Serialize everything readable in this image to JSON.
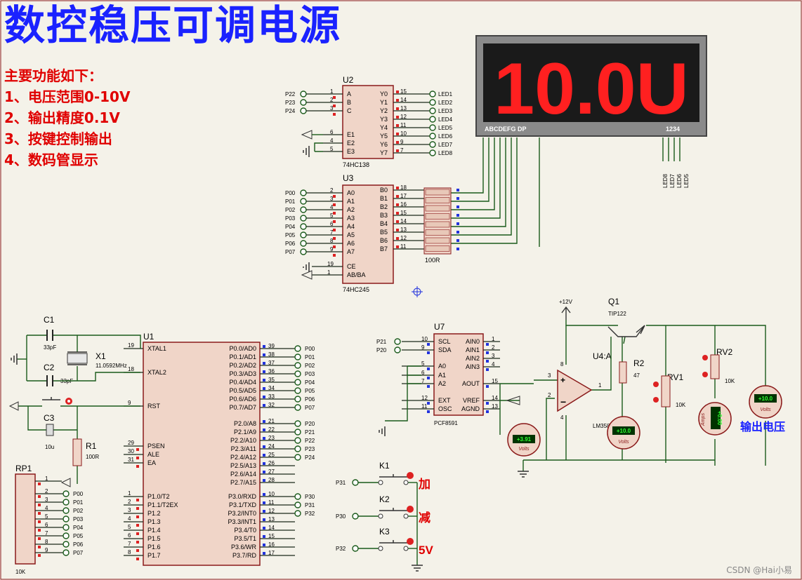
{
  "title": "数控稳压可调电源",
  "features": {
    "heading": "主要功能如下：",
    "items": [
      "1、电压范围0-10V",
      "2、输出精度0.1V",
      "3、按键控制输出",
      "4、数码管显示"
    ]
  },
  "display": {
    "value": "10.0U",
    "segment_labels": "ABCDEFG  DP",
    "digit_labels": "1234",
    "led_labels": [
      "LED8",
      "LED7",
      "LED6",
      "LED5"
    ]
  },
  "u2": {
    "ref": "U2",
    "part": "74HC138",
    "inputs": [
      {
        "net": "P22",
        "pin": "1",
        "name": "A"
      },
      {
        "net": "P23",
        "pin": "2",
        "name": "B"
      },
      {
        "net": "P24",
        "pin": "3",
        "name": "C"
      }
    ],
    "enables": [
      {
        "pin": "6",
        "name": "E1"
      },
      {
        "pin": "4",
        "name": "E2"
      },
      {
        "pin": "5",
        "name": "E3"
      }
    ],
    "outputs": [
      {
        "name": "Y0",
        "pin": "15",
        "net": "LED1"
      },
      {
        "name": "Y1",
        "pin": "14",
        "net": "LED2"
      },
      {
        "name": "Y2",
        "pin": "13",
        "net": "LED3"
      },
      {
        "name": "Y3",
        "pin": "12",
        "net": "LED4"
      },
      {
        "name": "Y4",
        "pin": "11",
        "net": "LED5"
      },
      {
        "name": "Y5",
        "pin": "10",
        "net": "LED6"
      },
      {
        "name": "Y6",
        "pin": "9",
        "net": "LED7"
      },
      {
        "name": "Y7",
        "pin": "7",
        "net": "LED8"
      }
    ]
  },
  "u3": {
    "ref": "U3",
    "part": "74HC245",
    "rpack": "100R",
    "a_pins": [
      {
        "net": "P00",
        "pin": "2",
        "name": "A0"
      },
      {
        "net": "P01",
        "pin": "3",
        "name": "A1"
      },
      {
        "net": "P02",
        "pin": "4",
        "name": "A2"
      },
      {
        "net": "P03",
        "pin": "5",
        "name": "A3"
      },
      {
        "net": "P04",
        "pin": "6",
        "name": "A4"
      },
      {
        "net": "P05",
        "pin": "7",
        "name": "A5"
      },
      {
        "net": "P06",
        "pin": "8",
        "name": "A6"
      },
      {
        "net": "P07",
        "pin": "9",
        "name": "A7"
      }
    ],
    "b_pins": [
      {
        "name": "B0",
        "pin": "18"
      },
      {
        "name": "B1",
        "pin": "17"
      },
      {
        "name": "B2",
        "pin": "16"
      },
      {
        "name": "B3",
        "pin": "15"
      },
      {
        "name": "B4",
        "pin": "14"
      },
      {
        "name": "B5",
        "pin": "13"
      },
      {
        "name": "B6",
        "pin": "12"
      },
      {
        "name": "B7",
        "pin": "11"
      }
    ],
    "ctrl": [
      {
        "pin": "19",
        "name": "CE"
      },
      {
        "pin": "1",
        "name": "AB/BA"
      }
    ]
  },
  "u1": {
    "ref": "U1",
    "left_pins": [
      {
        "pin": "19",
        "name": "XTAL1"
      },
      {
        "pin": "18",
        "name": "XTAL2"
      },
      {
        "pin": "9",
        "name": "RST"
      },
      {
        "pin": "29",
        "name": "PSEN"
      },
      {
        "pin": "30",
        "name": "ALE"
      },
      {
        "pin": "31",
        "name": "EA"
      },
      {
        "pin": "1",
        "name": "P1.0/T2"
      },
      {
        "pin": "2",
        "name": "P1.1/T2EX"
      },
      {
        "pin": "3",
        "name": "P1.2"
      },
      {
        "pin": "4",
        "name": "P1.3"
      },
      {
        "pin": "5",
        "name": "P1.4"
      },
      {
        "pin": "6",
        "name": "P1.5"
      },
      {
        "pin": "7",
        "name": "P1.6"
      },
      {
        "pin": "8",
        "name": "P1.7"
      }
    ],
    "p0": [
      {
        "name": "P0.0/AD0",
        "pin": "39",
        "net": "P00"
      },
      {
        "name": "P0.1/AD1",
        "pin": "38",
        "net": "P01"
      },
      {
        "name": "P0.2/AD2",
        "pin": "37",
        "net": "P02"
      },
      {
        "name": "P0.3/AD3",
        "pin": "36",
        "net": "P03"
      },
      {
        "name": "P0.4/AD4",
        "pin": "35",
        "net": "P04"
      },
      {
        "name": "P0.5/AD5",
        "pin": "34",
        "net": "P05"
      },
      {
        "name": "P0.6/AD6",
        "pin": "33",
        "net": "P06"
      },
      {
        "name": "P0.7/AD7",
        "pin": "32",
        "net": "P07"
      }
    ],
    "p2": [
      {
        "name": "P2.0/A8",
        "pin": "21",
        "net": "P20"
      },
      {
        "name": "P2.1/A9",
        "pin": "22",
        "net": "P21"
      },
      {
        "name": "P2.2/A10",
        "pin": "23",
        "net": "P22"
      },
      {
        "name": "P2.3/A11",
        "pin": "24",
        "net": "P23"
      },
      {
        "name": "P2.4/A12",
        "pin": "25",
        "net": "P24"
      },
      {
        "name": "P2.5/A13",
        "pin": "26",
        "net": ""
      },
      {
        "name": "P2.6/A14",
        "pin": "27",
        "net": ""
      },
      {
        "name": "P2.7/A15",
        "pin": "28",
        "net": ""
      }
    ],
    "p3": [
      {
        "name": "P3.0/RXD",
        "pin": "10",
        "net": "P30"
      },
      {
        "name": "P3.1/TXD",
        "pin": "11",
        "net": "P31"
      },
      {
        "name": "P3.2/INT0",
        "pin": "12",
        "net": "P32"
      },
      {
        "name": "P3.3/INT1",
        "pin": "13",
        "net": ""
      },
      {
        "name": "P3.4/T0",
        "pin": "14",
        "net": ""
      },
      {
        "name": "P3.5/T1",
        "pin": "15",
        "net": ""
      },
      {
        "name": "P3.6/WR",
        "pin": "16",
        "net": ""
      },
      {
        "name": "P3.7/RD",
        "pin": "17",
        "net": ""
      }
    ]
  },
  "clock": {
    "c1": "C1",
    "c1_val": "33pF",
    "c2": "C2",
    "c2_val": "33pF",
    "x1": "X1",
    "x1_val": "11.0592MHz"
  },
  "reset": {
    "c3": "C3",
    "c3_val": "10u",
    "r1": "R1",
    "r1_val": "100R"
  },
  "rp1": {
    "ref": "RP1",
    "value": "10K",
    "pins": [
      {
        "pin": "1",
        "net": ""
      },
      {
        "pin": "2",
        "net": "P00"
      },
      {
        "pin": "3",
        "net": "P01"
      },
      {
        "pin": "4",
        "net": "P02"
      },
      {
        "pin": "5",
        "net": "P03"
      },
      {
        "pin": "6",
        "net": "P04"
      },
      {
        "pin": "7",
        "net": "P05"
      },
      {
        "pin": "8",
        "net": "P06"
      },
      {
        "pin": "9",
        "net": "P07"
      }
    ]
  },
  "u7": {
    "ref": "U7",
    "part": "PCF8591",
    "left": [
      {
        "pin": "10",
        "name": "SCL",
        "net": "P21"
      },
      {
        "pin": "9",
        "name": "SDA",
        "net": "P20"
      },
      {
        "pin": "5",
        "name": "A0",
        "net": ""
      },
      {
        "pin": "6",
        "name": "A1",
        "net": ""
      },
      {
        "pin": "7",
        "name": "A2",
        "net": ""
      },
      {
        "pin": "12",
        "name": "EXT",
        "net": ""
      },
      {
        "pin": "11",
        "name": "OSC",
        "net": ""
      }
    ],
    "right": [
      {
        "name": "AIN0",
        "pin": "1"
      },
      {
        "name": "AIN1",
        "pin": "2"
      },
      {
        "name": "AIN2",
        "pin": "3"
      },
      {
        "name": "AIN3",
        "pin": "4"
      },
      {
        "name": "AOUT",
        "pin": "15"
      },
      {
        "name": "VREF",
        "pin": "14"
      },
      {
        "name": "AGND",
        "pin": "13"
      }
    ]
  },
  "analog": {
    "vcc": "+12V",
    "q1": "Q1",
    "q1_part": "TIP122",
    "u4": "U4:A",
    "u4_part": "LM358",
    "r2": "R2",
    "r2_val": "47",
    "rv1": "RV1",
    "rv1_val": "10K",
    "rv2": "RV2",
    "rv2_val": "10K",
    "op_pins": [
      "3",
      "2",
      "1",
      "8",
      "4"
    ]
  },
  "meters": [
    {
      "id": "dac",
      "reading": "+3.91",
      "unit": "Volts"
    },
    {
      "id": "fb",
      "reading": "+10.0",
      "unit": "Volts"
    },
    {
      "id": "amps",
      "reading": "+0.00",
      "unit": "Amps"
    },
    {
      "id": "out",
      "reading": "+10.0",
      "unit": "Volts"
    }
  ],
  "output_label": "输出电压",
  "keys": [
    {
      "ref": "K1",
      "net": "P31",
      "label": "加"
    },
    {
      "ref": "K2",
      "net": "P30",
      "label": "减"
    },
    {
      "ref": "K3",
      "net": "P32",
      "label": "5V"
    }
  ],
  "watermark": "CSDN @Hai小易"
}
